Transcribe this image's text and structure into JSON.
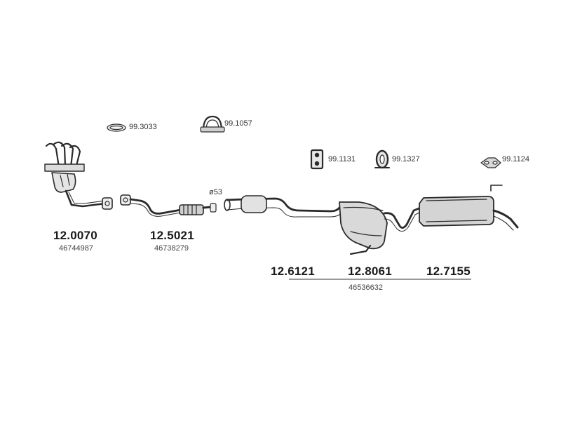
{
  "accessories": [
    {
      "code": "99.3033",
      "icon": "o-ring-gasket-icon"
    },
    {
      "code": "99.1057",
      "icon": "u-bolt-clamp-icon"
    },
    {
      "code": "99.1131",
      "icon": "rubber-mount-icon"
    },
    {
      "code": "99.1327",
      "icon": "rubber-ring-hanger-icon"
    },
    {
      "code": "99.1124",
      "icon": "hanger-strap-icon"
    }
  ],
  "parts": [
    {
      "code": "12.0070",
      "oem": "46744987",
      "name": "manifold-catalyst"
    },
    {
      "code": "12.5021",
      "oem": "46738279",
      "name": "front-pipe"
    },
    {
      "code": "12.6121",
      "name": "intermediate-pipe"
    },
    {
      "code": "12.8061",
      "name": "center-silencer"
    },
    {
      "code": "12.7155",
      "name": "rear-silencer"
    }
  ],
  "shared_oem": "46536632",
  "diameter_label": "ø53"
}
